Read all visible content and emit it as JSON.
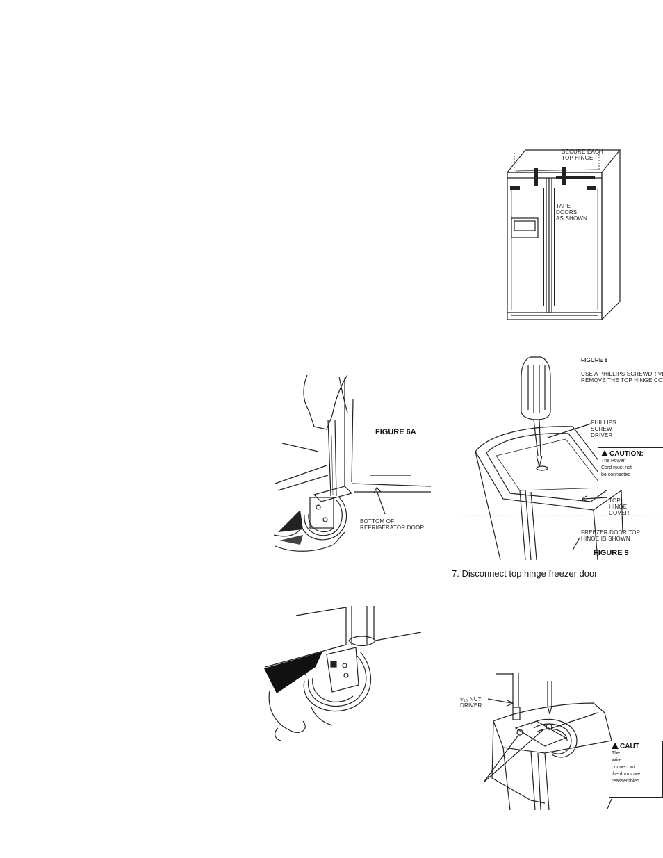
{
  "figure_top": {
    "secure_label": "SECURE EACH\nTOP HINGE",
    "tape_label": "TAPE\nDOORS\nAS SHOWN"
  },
  "figure_6a": {
    "title": "FIGURE 6A",
    "door_label": "BOTTOM OF\nREFRIGERATOR DOOR"
  },
  "figure_8_9": {
    "title_8": "FIGURE 8",
    "instruction": "USE A PHILLIPS SCREWDRIVE\nREMOVE THE TOP HINGE COV",
    "screwdriver_label": "PHILLIPS\nSCREW\nDRIVER",
    "caution_title": "CAUTION:",
    "caution_text": "The Power\nCord must not\nbe connected",
    "hinge_cover_label": "TOP\nHINGE\nCOVER",
    "freezer_label": "FREEZER DOOR TOP\nHINGE IS SHOWN",
    "title_9": "FIGURE 9"
  },
  "step_7": "7. Disconnect top hinge freezer door",
  "figure_bottom_right": {
    "nut_driver_label": "⁵⁄₁₆ NUT\nDRIVER",
    "caution_title": "CAUT",
    "caution_text": "The\nWire\nconnec  wi\nthe doors are\nreassembled."
  }
}
